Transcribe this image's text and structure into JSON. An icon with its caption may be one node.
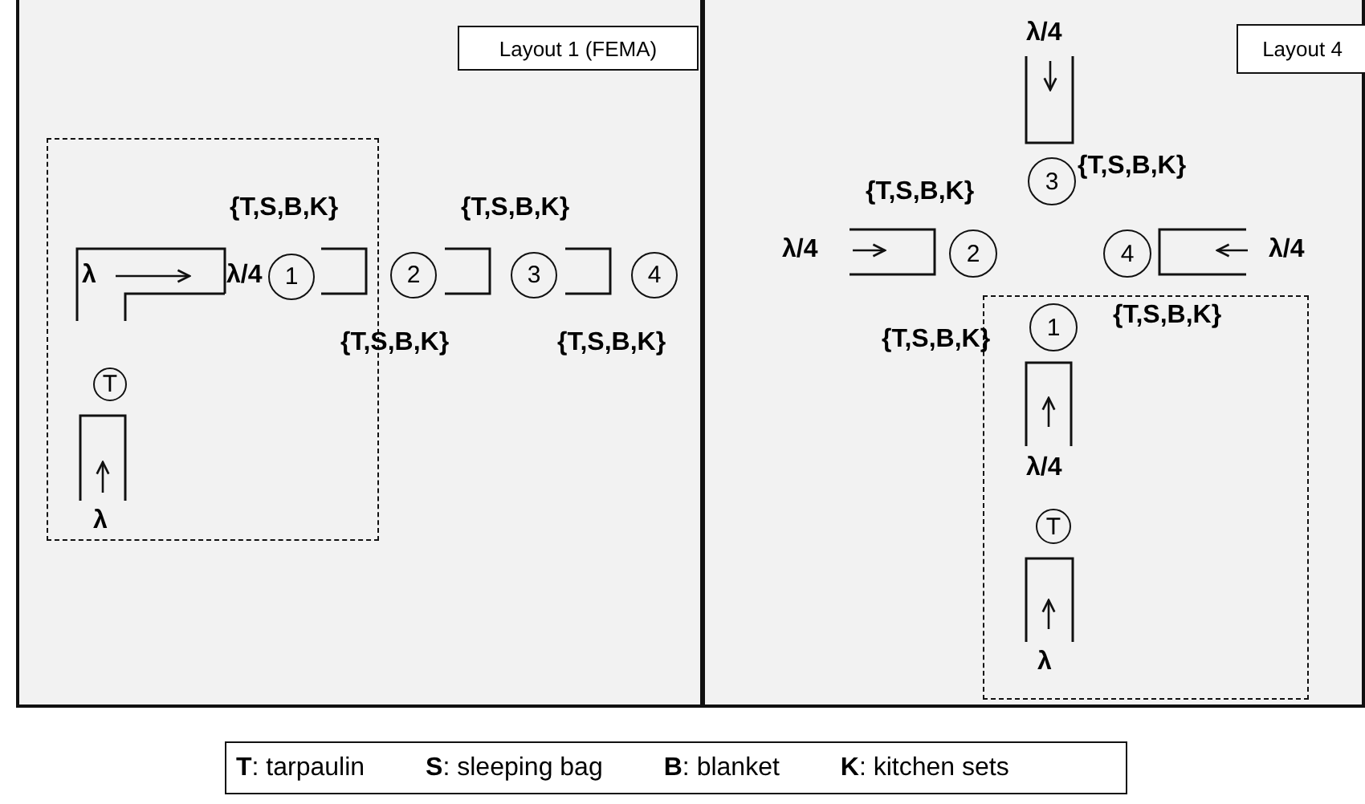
{
  "diagram": {
    "nodes": [
      {
        "text": [],
        "shape": "box"
      },
      {
        "text": [
          "Layout 1 (FEMA)"
        ],
        "in": 0
      },
      {
        "text": [],
        "shape": "box",
        "in": 0
      },
      {
        "text": [
          "T"
        ],
        "in": 2
      },
      {
        "text": [
          "1"
        ],
        "in": 2,
        "beside": [
          "{T,S,B,K}"
        ]
      },
      {
        "text": [
          "2"
        ],
        "in": 0,
        "beside": [
          "{T,S,B,K}"
        ]
      },
      {
        "text": [
          "3"
        ],
        "in": 0,
        "beside": [
          "{T,S,B,K}"
        ]
      },
      {
        "text": [
          "4"
        ],
        "in": 0,
        "beside": [
          "{T,S,B,K}"
        ]
      },
      {
        "text": [],
        "shape": "box"
      },
      {
        "text": [
          "Layout 4"
        ],
        "in": 8
      },
      {
        "text": [
          "3"
        ],
        "in": 8,
        "beside": [
          "{T,S,B,K}"
        ]
      },
      {
        "text": [
          "2"
        ],
        "in": 8,
        "beside": [
          "{T,S,B,K}"
        ]
      },
      {
        "text": [
          "4"
        ],
        "in": 8,
        "beside": [
          "{T,S,B,K}"
        ]
      },
      {
        "text": [],
        "shape": "box",
        "in": 8
      },
      {
        "text": [
          "1"
        ],
        "in": 13,
        "beside": [
          "{T,S,B,K}"
        ]
      },
      {
        "text": [
          "T"
        ],
        "in": 13
      }
    ],
    "labels": [
      "λ",
      "λ/4",
      "λ",
      "λ/4",
      "λ/4",
      "λ/4",
      "λ/4",
      "λ",
      "**T**: tarpaulin",
      "**S**: sleeping bag",
      "**B**: blanket",
      "**K**: kitchen sets"
    ]
  }
}
